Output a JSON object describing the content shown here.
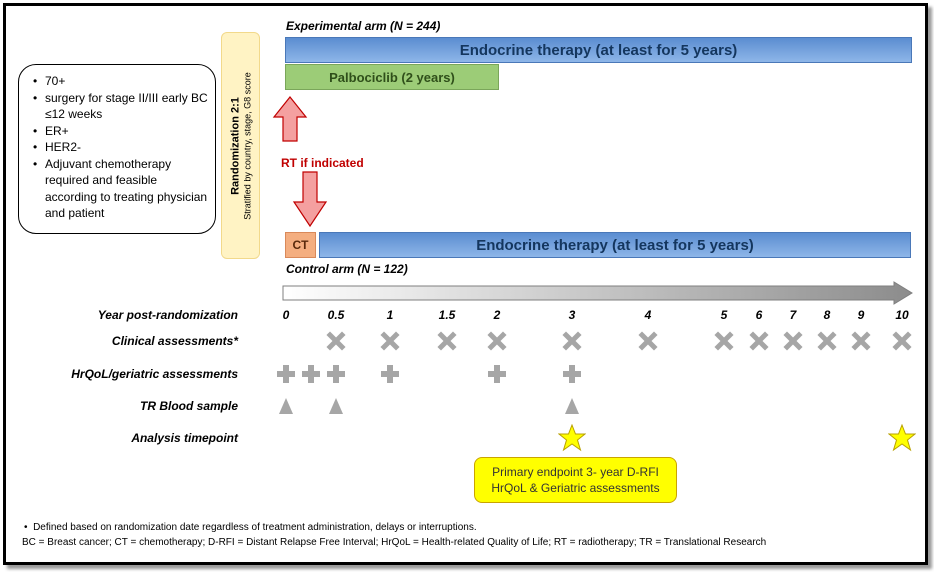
{
  "experimental_arm": {
    "label": "Experimental arm (N = 244)",
    "endocrine": "Endocrine therapy (at least for 5 years)",
    "palbociclib": "Palbociclib (2 years)"
  },
  "control_arm": {
    "label": "Control arm (N = 122)",
    "ct": "CT",
    "endocrine": "Endocrine therapy (at least for 5 years)"
  },
  "eligibility": [
    "70+",
    "surgery for stage II/III early BC ≤12 weeks",
    "ER+",
    "HER2-",
    "Adjuvant chemotherapy required and feasible according to treating physician and patient"
  ],
  "randomization": {
    "title": "Randomization 2:1",
    "subtitle": "Stratified by country, stage, G8 score"
  },
  "rt_label": "RT if indicated",
  "row_labels": {
    "year": "Year post-randomization",
    "clinical": "Clinical assessments*",
    "hrqol": "HrQoL/geriatric assessments",
    "blood": "TR Blood sample",
    "analysis": "Analysis timepoint"
  },
  "years": [
    "0",
    "0.5",
    "1",
    "1.5",
    "2",
    "3",
    "4",
    "5",
    "6",
    "7",
    "8",
    "9",
    "10"
  ],
  "schedule": {
    "clinical": [
      "0.5",
      "1",
      "1.5",
      "2",
      "3",
      "4",
      "5",
      "6",
      "7",
      "8",
      "9",
      "10"
    ],
    "hrqol": [
      "0",
      "0.25",
      "0.5",
      "1",
      "2",
      "3"
    ],
    "blood": [
      "0",
      "0.5",
      "3"
    ],
    "analysis": [
      "3",
      "10"
    ]
  },
  "endpoint_box": [
    "Primary endpoint 3- year D-RFI",
    "HrQoL & Geriatric assessments"
  ],
  "footnotes": [
    "Defined based on randomization date regardless of treatment administration, delays or interruptions.",
    "BC = Breast cancer; CT = chemotherapy; D-RFI = Distant Relapse Free Interval; HrQoL = Health-related Quality of Life; RT = radiotherapy; TR = Translational Research"
  ],
  "colors": {
    "endocrine": "#5b8dd1",
    "palbociclib": "#9ccc77",
    "ct": "#f4ae80",
    "rt_arrow": "#f4a0a0",
    "marker": "#a6a6a6",
    "star": "#ffff00",
    "randomization": "#fff3c4"
  }
}
